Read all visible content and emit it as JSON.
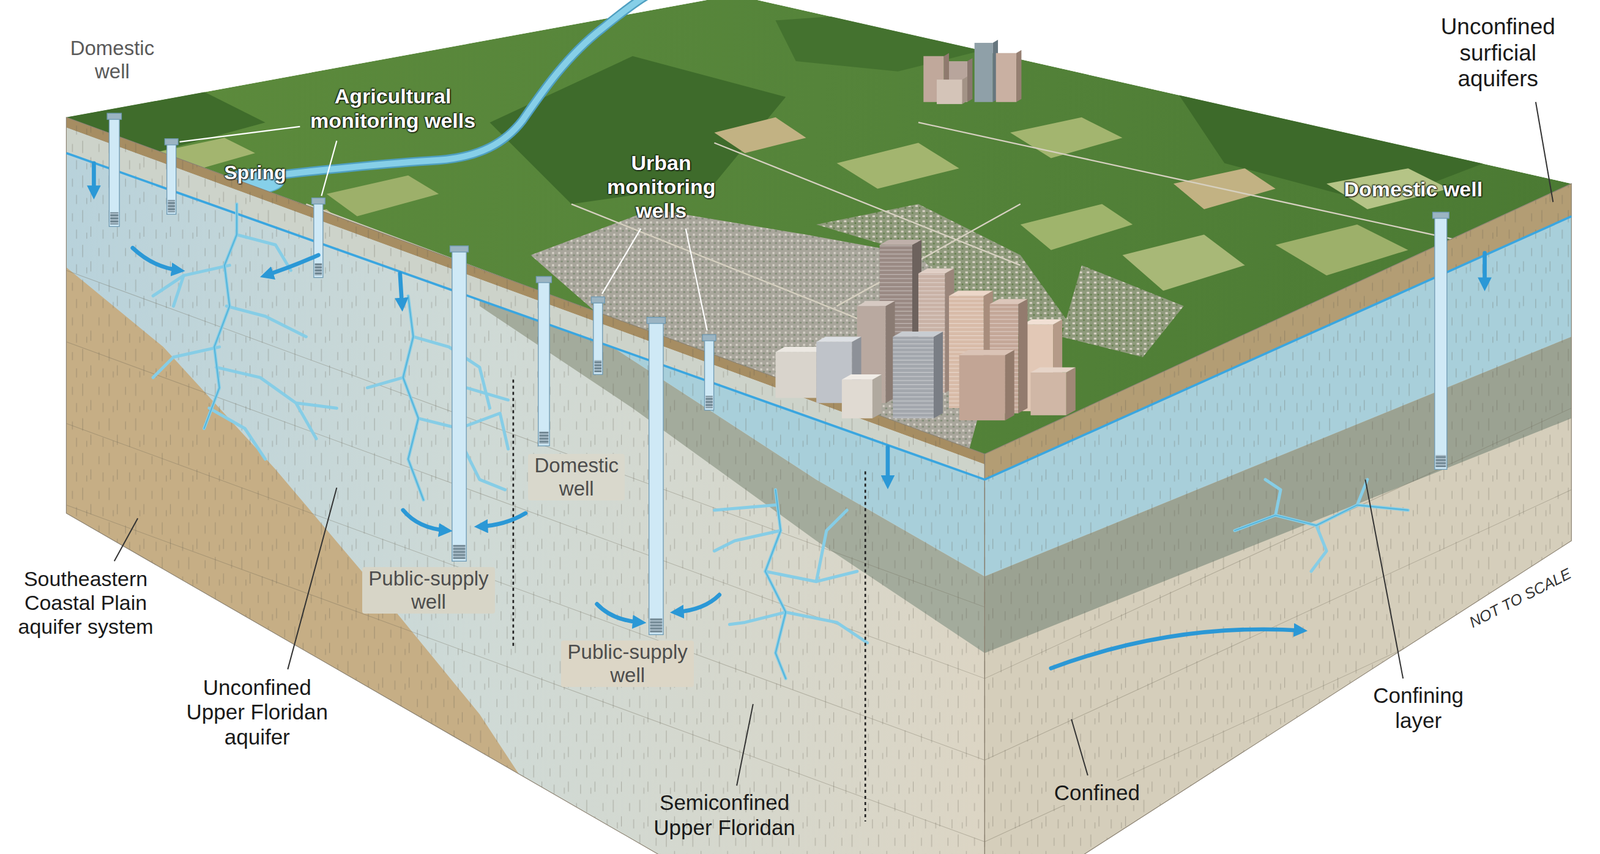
{
  "diagram": {
    "labels": [
      "Domestic well",
      "Agricultural monitoring wells",
      "Spring",
      "Urban monitoring wells",
      "Unconfined surficial aquifers",
      "Domestic well",
      "Domestic well",
      "Public-supply well",
      "Public-supply well",
      "Southeastern Coastal Plain aquifer system",
      "Unconfined Upper Floridan aquifer",
      "NOT TO SCALE",
      "Confining layer",
      "Semiconfined Upper Floridan",
      "Confined"
    ]
  }
}
